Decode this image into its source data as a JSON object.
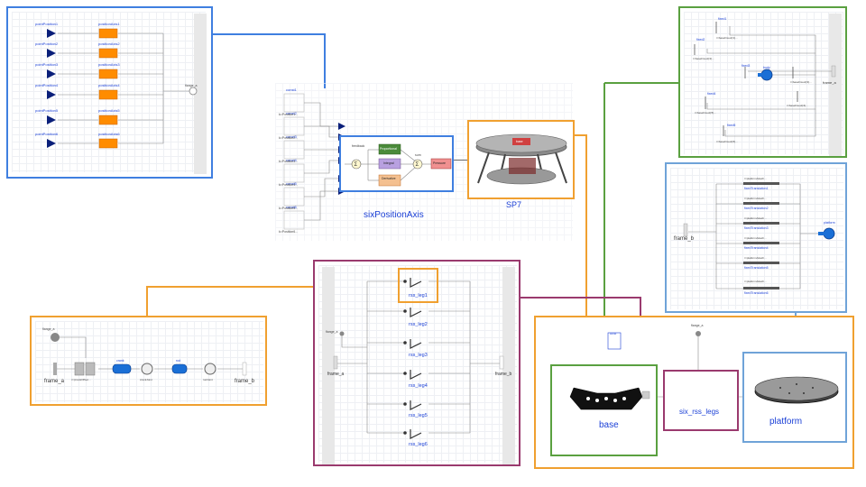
{
  "top_center": {
    "sixPositionAxis_label": "sixPositionAxis",
    "sp7_label": "SP7",
    "sp7_caption": "base",
    "const_labels": [
      "const1",
      "const2",
      "const3",
      "const4",
      "const5",
      "const6"
    ],
    "const_sublabels": [
      "k=Position1...",
      "k=Position2...",
      "k=Position3...",
      "k=Position4...",
      "k=Position5...",
      "k=Position6..."
    ],
    "pid": {
      "sum1": "feedback",
      "proportional": "Proportional",
      "integral": "Integral",
      "derivative": "Derivative",
      "sum2": "sum",
      "saturation": "Pressure"
    }
  },
  "top_left": {
    "inputs": [
      "pointPosition1",
      "pointPosition2",
      "pointPosition3",
      "pointPosition4",
      "pointPosition5",
      "pointPosition6"
    ],
    "blocks": [
      "positionAxis1",
      "positionAxis2",
      "positionAxis3",
      "positionAxis4",
      "positionAxis5",
      "positionAxis6"
    ],
    "flange_label": "flange_a"
  },
  "top_right": {
    "frame_label": "frame_a",
    "fixed_labels": [
      "fixed1",
      "fixed2",
      "fixed3",
      "fixed4",
      "fixed5"
    ],
    "body_label": "body",
    "small_labels": [
      "r=baseFixed(r1)...",
      "r=baseFixed(r2)...",
      "r=baseFixed(r3)...",
      "r=baseFixed(r4)...",
      "r=baseFixed(r5)...",
      "r=baseFixed(r6)..."
    ]
  },
  "mid_right": {
    "frame_b_label": "frame_b",
    "platform_label": "platform",
    "translations": [
      "fixedTranslation1",
      "fixedTranslation2",
      "fixedTranslation3",
      "fixedTranslation4",
      "fixedTranslation5",
      "fixedTranslation6"
    ],
    "r_labels": [
      "r=platformAttach...",
      "r=platformAttach...",
      "r=platformAttach...",
      "r=platformAttach...",
      "r=platformAttach...",
      "r=platformAttach..."
    ]
  },
  "center_legs": {
    "flange_label": "flange_a",
    "frame_a_label": "frame_a",
    "frame_b_label": "frame_b",
    "legs": [
      "rss_leg1",
      "rss_leg2",
      "rss_leg3",
      "rss_leg4",
      "rss_leg5",
      "rss_leg6"
    ]
  },
  "bottom_left": {
    "flange_label": "flange_a",
    "frame_a_label": "frame_a",
    "frame_b_label": "frame_b",
    "parts": [
      "r=(crankOffset...",
      "crank",
      "crankJoint",
      "rod",
      "rodJoint"
    ]
  },
  "bottom_right": {
    "base_label": "base",
    "legs_label": "six_rss_legs",
    "platform_label": "platform",
    "flange_label": "flange_a",
    "const_label": "const"
  },
  "colors": {
    "blue_frame": "#3f7fe0",
    "orange_frame": "#f0a030",
    "green_frame": "#5aa040",
    "purple_frame": "#9a3a6e",
    "lightblue_frame": "#6fa3d8",
    "block_orange": "#ff8c00",
    "triangle": "#0a1f7a"
  }
}
